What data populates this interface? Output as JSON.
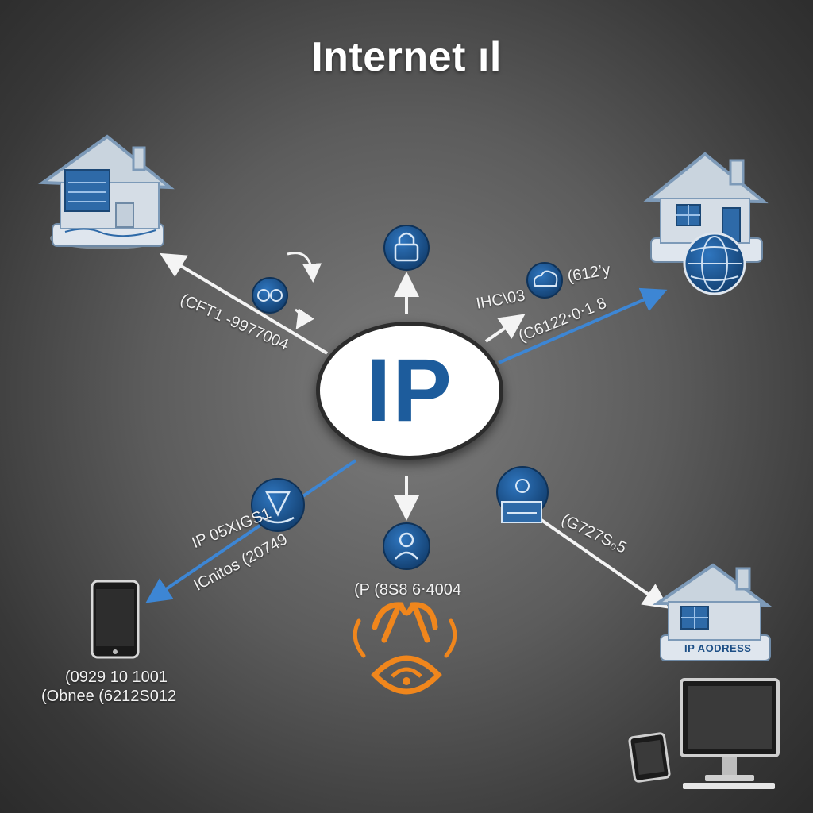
{
  "title": "Internet ıl",
  "hub": {
    "label": "IP"
  },
  "labels": {
    "top_left": "(CFT1 -9977004",
    "right_upper_a": "IHC\\03",
    "right_upper_b": "(612’y",
    "right_upper_c": "(C6122‧0‧1 8",
    "left_lower_a": "IP 05XIGS1",
    "left_lower_b": "ICnitos (20749",
    "bottom_center": "(P (8S8 6‧4004",
    "right_lower": "(G727S₀5",
    "phone_line1": "(0929 10 1001",
    "phone_line2": "(Obnee (6212S012",
    "house_sign": "IP AODRESS"
  },
  "colors": {
    "accent_blue": "#1d5c9c",
    "link_blue": "#3d86d4",
    "house_roof": "#c7d2dd",
    "router_orange": "#f0861c"
  },
  "icons": [
    "house-icon-top-left",
    "house-icon-top-right",
    "house-icon-bottom-right",
    "globe-icon",
    "lock-icon",
    "switch-icon",
    "cloud-icon",
    "network-icon",
    "user-icon",
    "router-icon",
    "smartphone-icon",
    "desktop-computer-icon",
    "tablet-icon"
  ]
}
